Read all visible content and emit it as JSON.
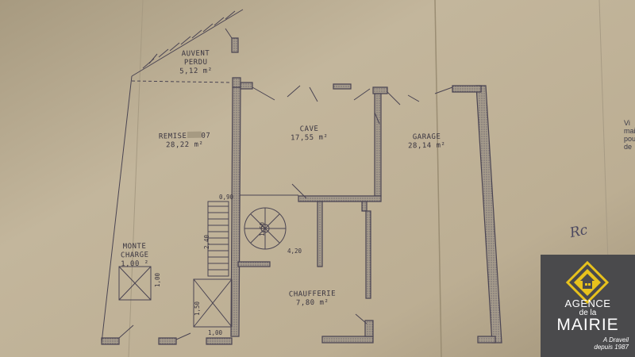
{
  "rooms": {
    "auvent": {
      "name_line1": "AUVENT",
      "name_line2": "PERDU",
      "area": "5,12 m²"
    },
    "remise": {
      "name": "REMISE",
      "name_suffix": "07",
      "area": "28,22 m²"
    },
    "cave": {
      "name": "CAVE",
      "area": "17,55 m²"
    },
    "garage": {
      "name": "GARAGE",
      "area": "28,14 m²"
    },
    "monte_charge": {
      "name_line1": "MONTE",
      "name_line2": "CHARGE",
      "area": "1,00 ²"
    },
    "chaufferie": {
      "name": "CHAUFFERIE",
      "area": "7,80 m²"
    }
  },
  "dimensions": {
    "d_090": "0,90",
    "d_240": "2,40",
    "d_420": "4,20",
    "d_150": "1,50",
    "d_100_bottom": "1,00",
    "d_100_monte": "1,00",
    "d_160": "1,60"
  },
  "annotations": {
    "handwritten": "Rc",
    "margin_lines": [
      "Vi",
      "mai",
      "pou",
      "de"
    ]
  },
  "logo": {
    "line1": "AGENCE",
    "line2": "de la",
    "line3": "MAIRIE",
    "city": "A Draveil",
    "since": "depuis 1987",
    "colors": {
      "background": "#4a4a4c",
      "accent": "#e8c21c",
      "text": "#ffffff"
    }
  },
  "colors": {
    "paper": "#b7aa90",
    "ink": "#3a3540",
    "wall_fill": "#a09686"
  }
}
